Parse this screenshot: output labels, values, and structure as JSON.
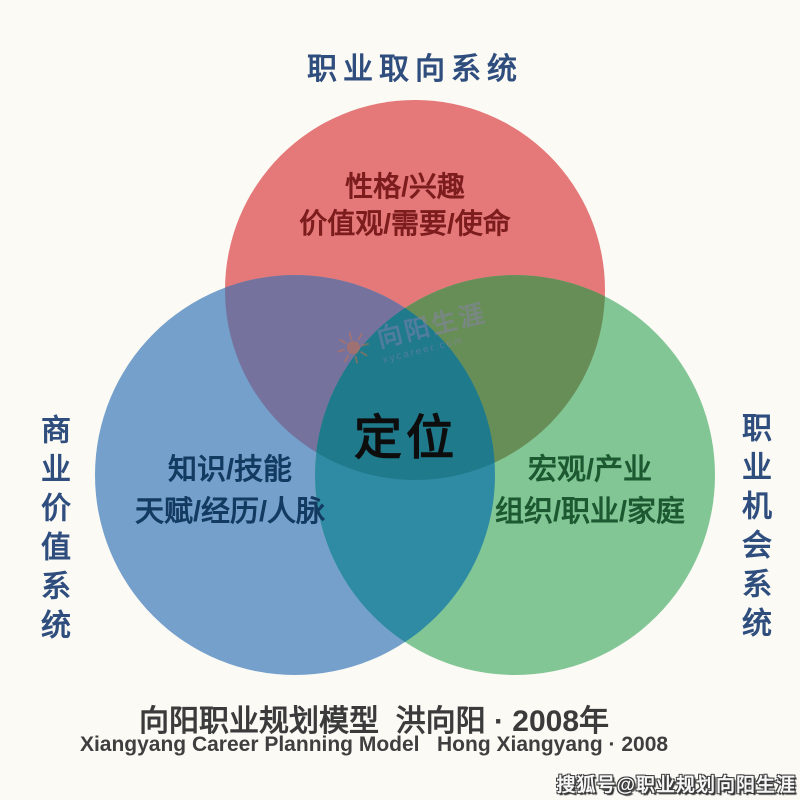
{
  "center_label": "定位",
  "sets": {
    "red": {
      "label": "职业取向系统",
      "line1": "性格/兴趣",
      "line2": "价值观/需要/使命"
    },
    "blue": {
      "label": "商业价值系统",
      "line1": "知识/技能",
      "line2": "天赋/经历/人脉"
    },
    "green": {
      "label": "职业机会系统",
      "line1": "宏观/产业",
      "line2": "组织/职业/家庭"
    }
  },
  "footer": {
    "line_cn": "向阳职业规划模型  洪向阳 · 2008年",
    "line_en": "Xiangyang Career Planning Model   Hong Xiangyang · 2008"
  },
  "watermarks": {
    "center_sun_icon": "sun-icon",
    "center_brand": "向阳生涯",
    "center_domain": "xycareer.com",
    "sohu": "搜狐号@职业规划向阳生涯"
  },
  "colors": {
    "background": "#fbfaf5",
    "circle_red": "#e57878",
    "circle_blue": "#74a0cb",
    "circle_green": "#82c695",
    "overlap_red_blue": "#75739e",
    "overlap_red_green": "#688e58",
    "overlap_blue_green": "#2e8ba3",
    "overlap_center": "#1f7a8c",
    "label_navy": "#2f4e7e",
    "text_red": "#7c1c1c",
    "text_blue": "#133a60",
    "text_green": "#1c5931",
    "footer_text": "#3b3b3b"
  }
}
